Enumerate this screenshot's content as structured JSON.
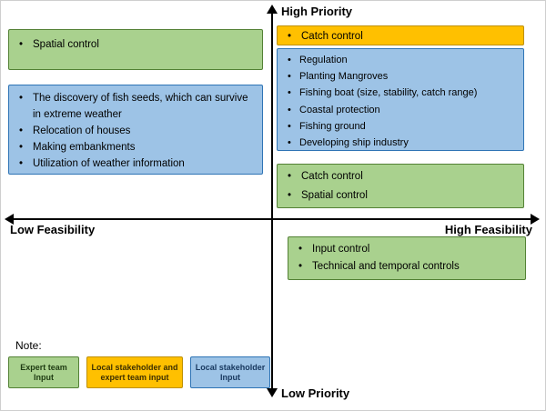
{
  "axes": {
    "high_priority": "High Priority",
    "low_priority": "Low Priority",
    "low_feasibility": "Low Feasibility",
    "high_feasibility": "High Feasibility"
  },
  "quadrants": {
    "top_left_green": {
      "items": [
        "Spatial control"
      ]
    },
    "top_left_blue": {
      "items": [
        "The discovery of fish seeds, which can survive in extreme weather",
        "Relocation of houses",
        "Making embankments",
        "Utilization of weather information"
      ]
    },
    "top_right_orange": {
      "items": [
        "Catch control"
      ]
    },
    "top_right_blue": {
      "items": [
        "Regulation",
        "Planting Mangroves",
        "Fishing boat  (size, stability, catch range)",
        "Coastal protection",
        "Fishing ground",
        "Developing ship industry"
      ]
    },
    "mid_right_green": {
      "items": [
        "Catch control",
        "Spatial control"
      ]
    },
    "bottom_right_green": {
      "items": [
        "Input control",
        "Technical and temporal controls"
      ]
    }
  },
  "note": {
    "label": "Note:",
    "legend": [
      {
        "label": "Expert team Input",
        "type": "green"
      },
      {
        "label": "Local stakeholder and expert team input",
        "type": "orange"
      },
      {
        "label": "Local stakeholder Input",
        "type": "blue"
      }
    ]
  },
  "colors": {
    "green_fill": "#A9D18E",
    "green_border": "#538135",
    "blue_fill": "#9DC3E6",
    "blue_border": "#2E74B5",
    "orange_fill": "#FFC000",
    "orange_border": "#BF9000",
    "axis": "#000000"
  }
}
